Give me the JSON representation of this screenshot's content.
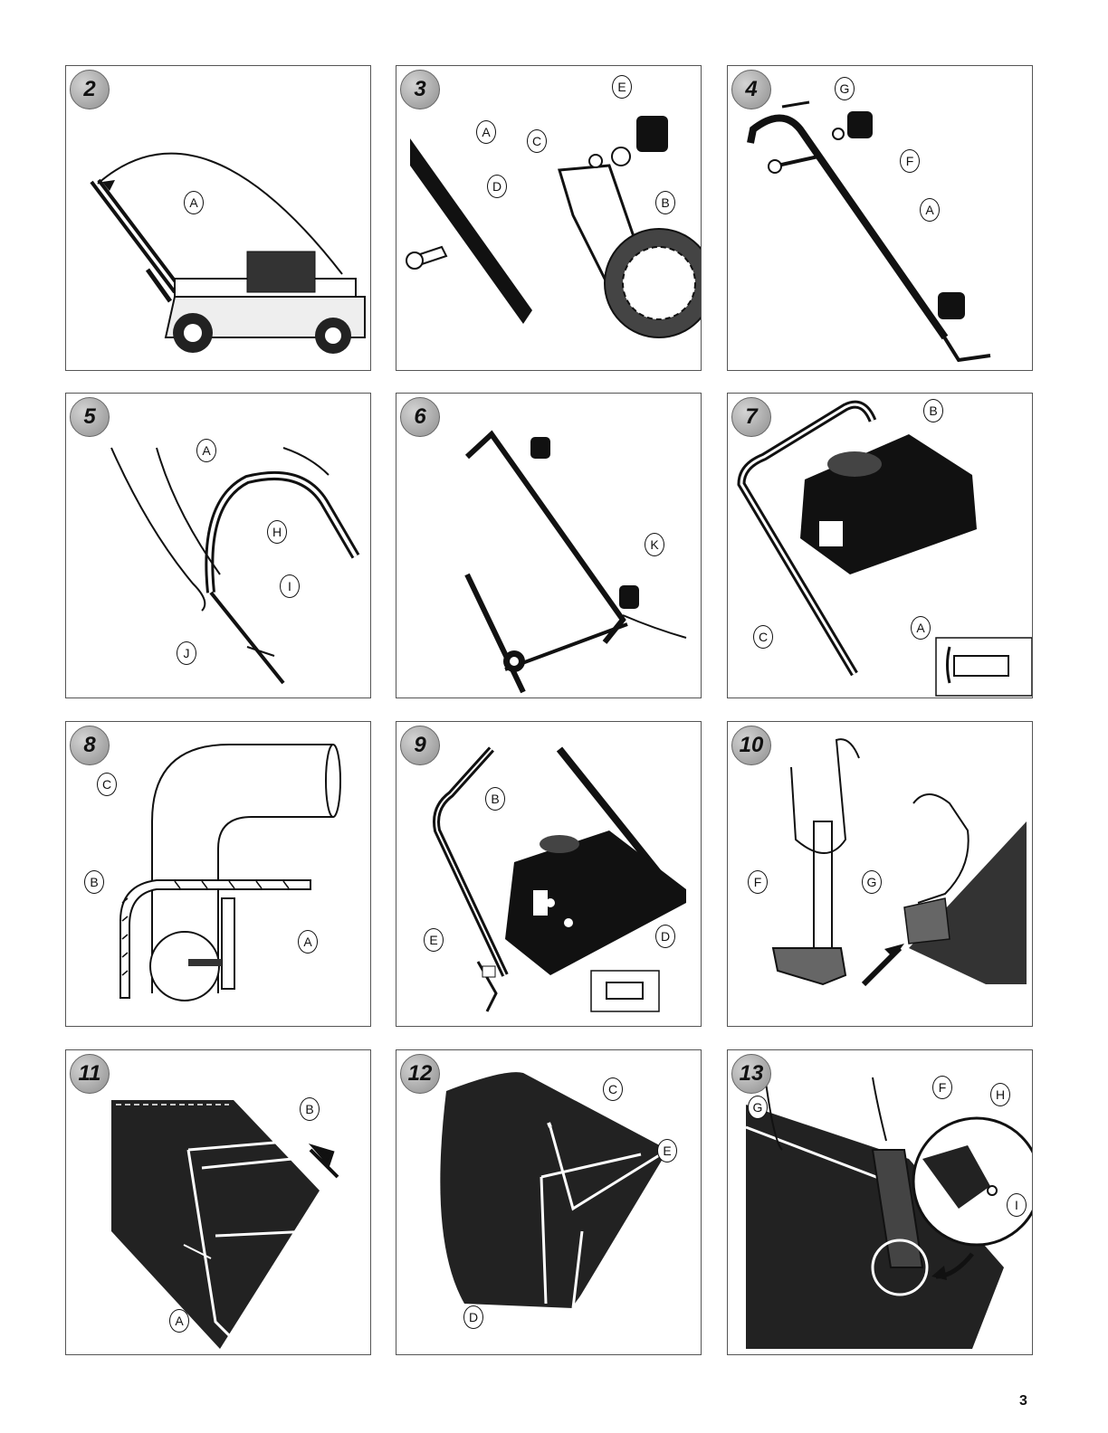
{
  "page_number": "3",
  "panels": [
    {
      "number": "2",
      "labels": [
        "A"
      ]
    },
    {
      "number": "3",
      "labels": [
        "A",
        "B",
        "C",
        "D",
        "E"
      ]
    },
    {
      "number": "4",
      "labels": [
        "G",
        "F",
        "A"
      ]
    },
    {
      "number": "5",
      "labels": [
        "A",
        "H",
        "I",
        "J"
      ]
    },
    {
      "number": "6",
      "labels": [
        "K"
      ]
    },
    {
      "number": "7",
      "labels": [
        "B",
        "C",
        "A"
      ]
    },
    {
      "number": "8",
      "labels": [
        "C",
        "B",
        "A"
      ]
    },
    {
      "number": "9",
      "labels": [
        "B",
        "E",
        "D"
      ]
    },
    {
      "number": "10",
      "labels": [
        "F",
        "G"
      ]
    },
    {
      "number": "11",
      "labels": [
        "B",
        "A"
      ]
    },
    {
      "number": "12",
      "labels": [
        "C",
        "E",
        "D"
      ]
    },
    {
      "number": "13",
      "labels": [
        "G",
        "F",
        "H",
        "I"
      ]
    }
  ]
}
